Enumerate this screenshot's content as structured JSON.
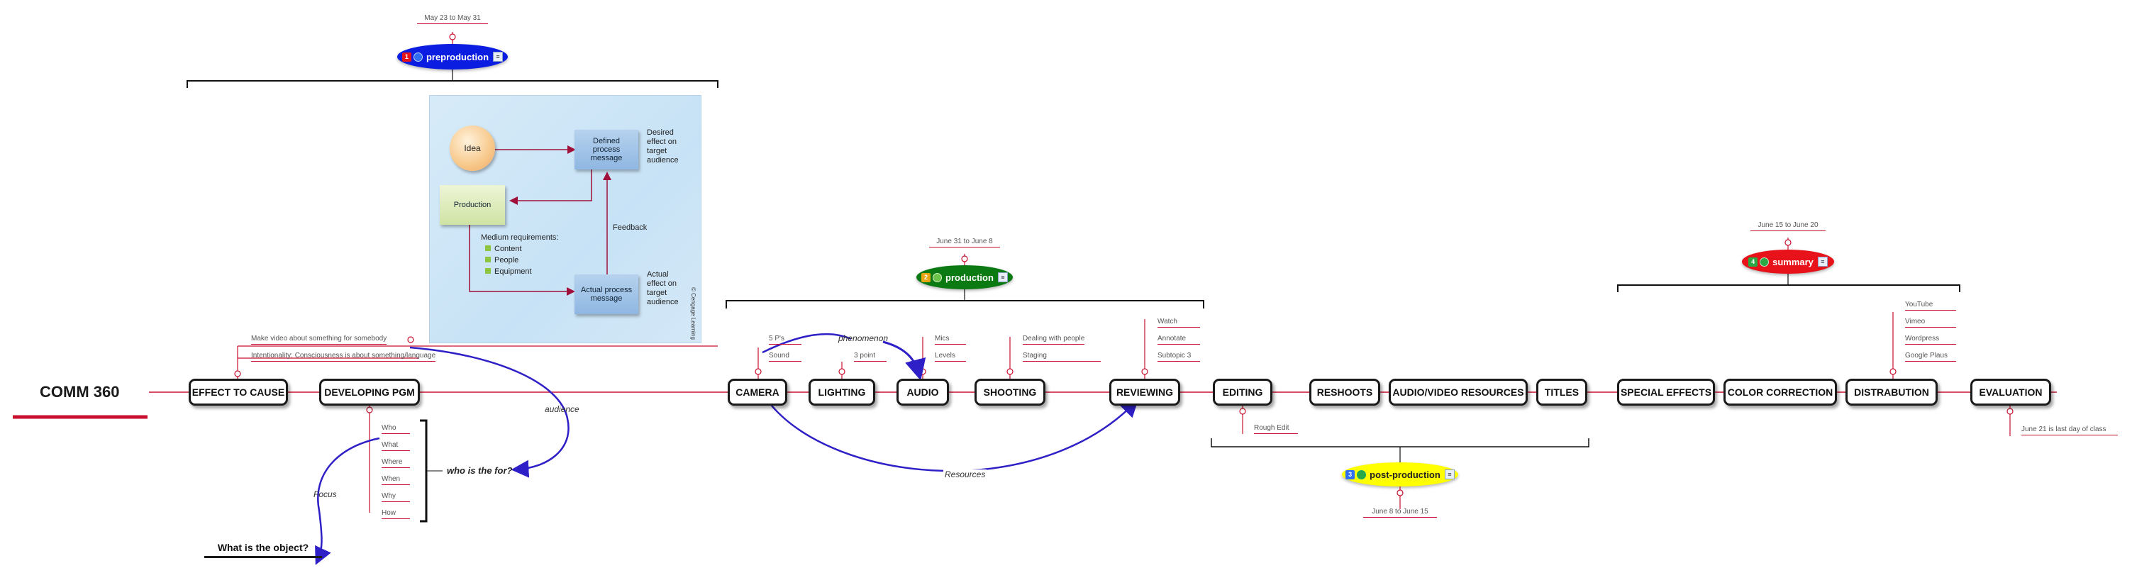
{
  "title": "COMM 360",
  "colors": {
    "branch": "#c8102e",
    "arrow": "#2f1fc6",
    "preproduction": "#0a1de0",
    "production": "#0b7a13",
    "post": "#ffff00",
    "summary": "#e8121a"
  },
  "nodes": {
    "effect": "EFFECT TO CAUSE",
    "developing": "DEVELOPING PGM",
    "camera": "CAMERA",
    "lighting": "LIGHTING",
    "audio": "AUDIO",
    "shooting": "SHOOTING",
    "reviewing": "REVIEWING",
    "editing": "EDITING",
    "reshoots": "RESHOOTS",
    "av_resources": "AUDIO/VIDEO RESOURCES",
    "titles": "TITLES",
    "special_effects": "SPECIAL EFFECTS",
    "color_correction": "COLOR CORRECTION",
    "distrabution": "DISTRABUTION",
    "evaluation": "EVALUATION"
  },
  "subtopics": {
    "effect": [
      "Make video about something for somebody",
      "Intentionality: Consciousness is about something/language"
    ],
    "developing": [
      "Who",
      "What",
      "Where",
      "When",
      "Why",
      "How"
    ],
    "camera": [
      "5 P's",
      "Sound"
    ],
    "lighting": [
      "3 point"
    ],
    "audio": [
      "Mics",
      "Levels"
    ],
    "shooting": [
      "Dealing with people",
      "Staging"
    ],
    "reviewing": [
      "Watch",
      "Annotate",
      "Subtopic 3"
    ],
    "editing": [
      "Rough Edit"
    ],
    "distrabution": [
      "YouTube",
      "Vimeo",
      "Wordpress",
      "Google Plaus"
    ],
    "evaluation": [
      "June 21 is last day of class"
    ]
  },
  "floating": {
    "audience": "audience",
    "focus": "Focus",
    "phenomenon": "phenomenon",
    "resources": "Resources",
    "who_for": "who is the for?",
    "object": "What is the object?"
  },
  "phases": {
    "preproduction": {
      "num": "1",
      "label": "preproduction",
      "dates": "May 23 to May 31"
    },
    "production": {
      "num": "2",
      "label": "production",
      "dates": "June 31 to June 8"
    },
    "post": {
      "num": "3",
      "label": "post-production",
      "dates": "June 8 to June 15"
    },
    "summary": {
      "num": "4",
      "label": "summary",
      "dates": "June 15 to June 20"
    }
  },
  "figure": {
    "idea": "Idea",
    "defined": "Defined process message",
    "desired": "Desired effect on target audience",
    "production": "Production",
    "feedback": "Feedback",
    "medium": "Medium requirements:",
    "items": [
      "Content",
      "People",
      "Equipment"
    ],
    "actual": "Actual process message",
    "actual_effect": "Actual effect on target audience",
    "copyright": "© Cengage Learning"
  }
}
